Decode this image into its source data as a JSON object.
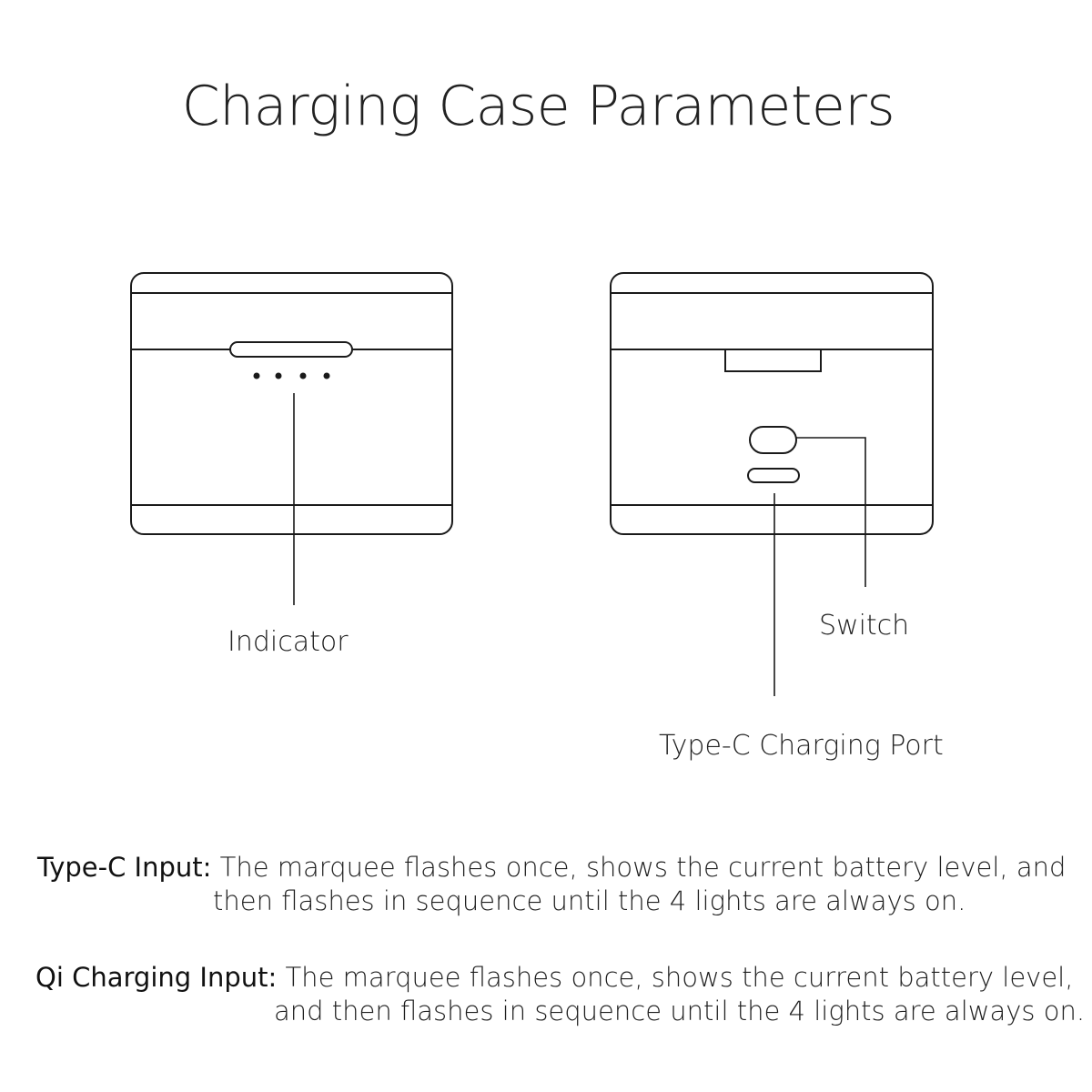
{
  "title": "Charging Case Parameters",
  "labels": {
    "indicator": "Indicator",
    "switch": "Switch",
    "port": "Type-C Charging Port"
  },
  "notes": [
    {
      "term": "Type-C Input:",
      "line1": "The marquee flashes once, shows the current battery level, and",
      "line2": "then flashes in sequence until the 4 lights are always on."
    },
    {
      "term": "Qi Charging Input:",
      "line1": "The marquee flashes once, shows the current battery level,",
      "line2": "and  then flashes in sequence until the 4 lights are always on."
    }
  ]
}
